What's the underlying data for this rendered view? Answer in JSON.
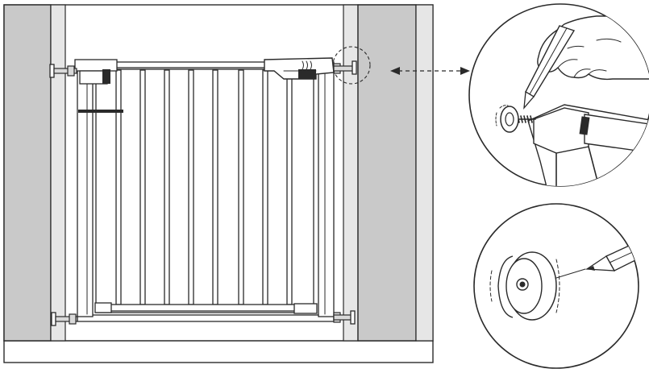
{
  "figure": {
    "subject": "pressure-fit-gate-installation",
    "icons": [
      "wall-panel",
      "safety-gate",
      "pressure-spindle",
      "wall-cup",
      "pencil",
      "hand",
      "double-arrow"
    ],
    "colors": {
      "ink": "#2a2a2a",
      "wall_fill": "#c9c9c9",
      "wall_edge": "#e6e6e6",
      "background": "#ffffff"
    }
  }
}
